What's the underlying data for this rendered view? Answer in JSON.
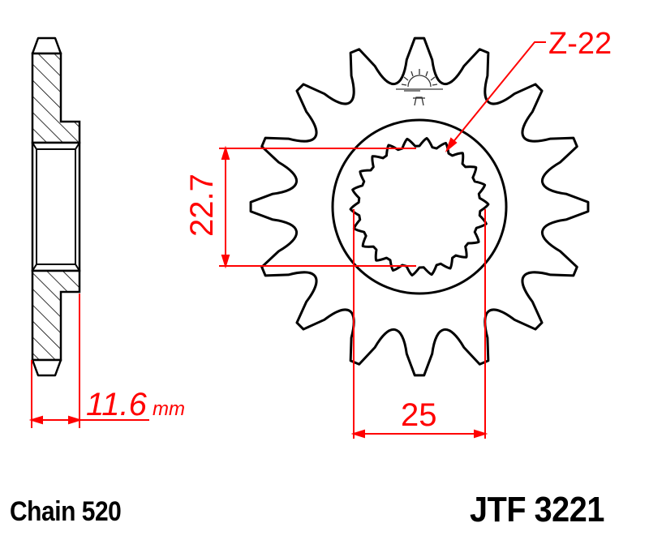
{
  "diagram": {
    "type": "technical drawing - front sprocket",
    "colors": {
      "outline": "#000000",
      "dimension": "#ff0000",
      "background": "#ffffff"
    },
    "dimensions": {
      "thickness": {
        "value": "11.6",
        "unit": "mm"
      },
      "spline_height": {
        "value": "22.7"
      },
      "spline_width": {
        "value": "25"
      },
      "spline_teeth": {
        "label": "Z-22"
      }
    },
    "sprocket": {
      "tooth_count": 16,
      "spline_tooth_count": 22
    },
    "footer": {
      "chain": "Chain 520",
      "part_number": "JTF 3221"
    }
  }
}
